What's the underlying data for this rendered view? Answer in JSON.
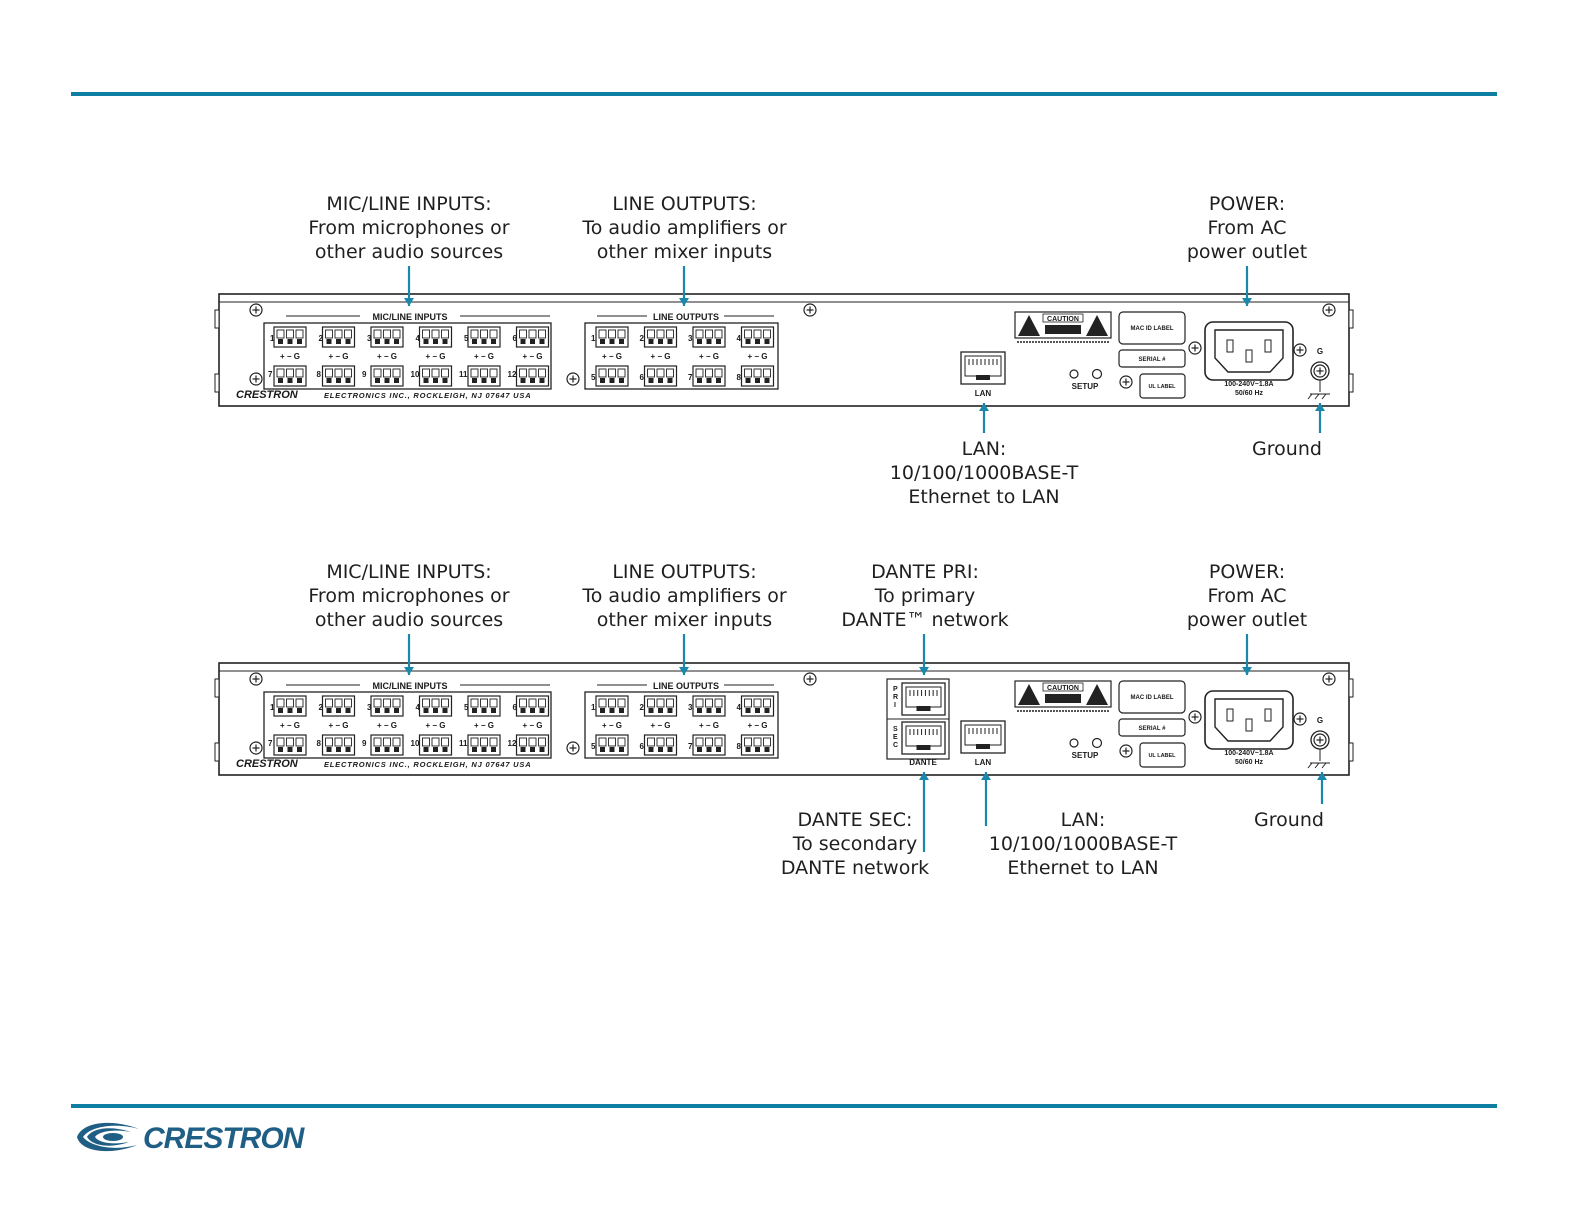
{
  "colors": {
    "accent": "#0f7ea3",
    "arrow": "#1b87ab"
  },
  "brand": {
    "name": "CRESTRON"
  },
  "panel": {
    "mic_header": "MIC/LINE INPUTS",
    "out_header": "LINE OUTPUTS",
    "mic_top_nums": [
      "1",
      "2",
      "3",
      "4",
      "5",
      "6"
    ],
    "mic_bottom_nums": [
      "7",
      "8",
      "9",
      "10",
      "11",
      "12"
    ],
    "out_top_nums": [
      "1",
      "2",
      "3",
      "4"
    ],
    "out_bottom_nums": [
      "5",
      "6",
      "7",
      "8"
    ],
    "pin_label": "+ − G",
    "brand_line": "CRESTRON",
    "company_line": "ELECTRONICS INC., ROCKLEIGH, NJ 07647   USA",
    "caution": "CAUTION",
    "mac_label": "MAC ID LABEL",
    "serial_label": "SERIAL #",
    "ul_label": "UL LABEL",
    "setup_label": "SETUP",
    "lan_label": "LAN",
    "dante_label": "DANTE",
    "pri_label": "P R I",
    "sec_label": "S E C",
    "power_rating_1": "100-240V~1.8A",
    "power_rating_2": "50/60 Hz",
    "ground_label": "G"
  },
  "diagram1": {
    "mic_callout": [
      "MIC/LINE INPUTS:",
      "From microphones or",
      "other audio sources"
    ],
    "out_callout": [
      "LINE OUTPUTS:",
      "To audio amplifiers or",
      "other mixer inputs"
    ],
    "power_callout": [
      "POWER:",
      "From AC",
      "power outlet"
    ],
    "lan_callout": [
      "LAN:",
      "10/100/1000BASE-T",
      "Ethernet to LAN"
    ],
    "ground_callout": [
      "Ground"
    ]
  },
  "diagram2": {
    "mic_callout": [
      "MIC/LINE INPUTS:",
      "From microphones or",
      "other audio sources"
    ],
    "out_callout": [
      "LINE OUTPUTS:",
      "To audio amplifiers or",
      "other mixer inputs"
    ],
    "dante_pri_callout": [
      "DANTE PRI:",
      "To primary",
      "DANTE™ network"
    ],
    "power_callout": [
      "POWER:",
      "From AC",
      "power outlet"
    ],
    "dante_sec_callout": [
      "DANTE SEC:",
      "To secondary",
      "DANTE network"
    ],
    "lan_callout": [
      "LAN:",
      "10/100/1000BASE-T",
      "Ethernet to LAN"
    ],
    "ground_callout": [
      "Ground"
    ]
  }
}
